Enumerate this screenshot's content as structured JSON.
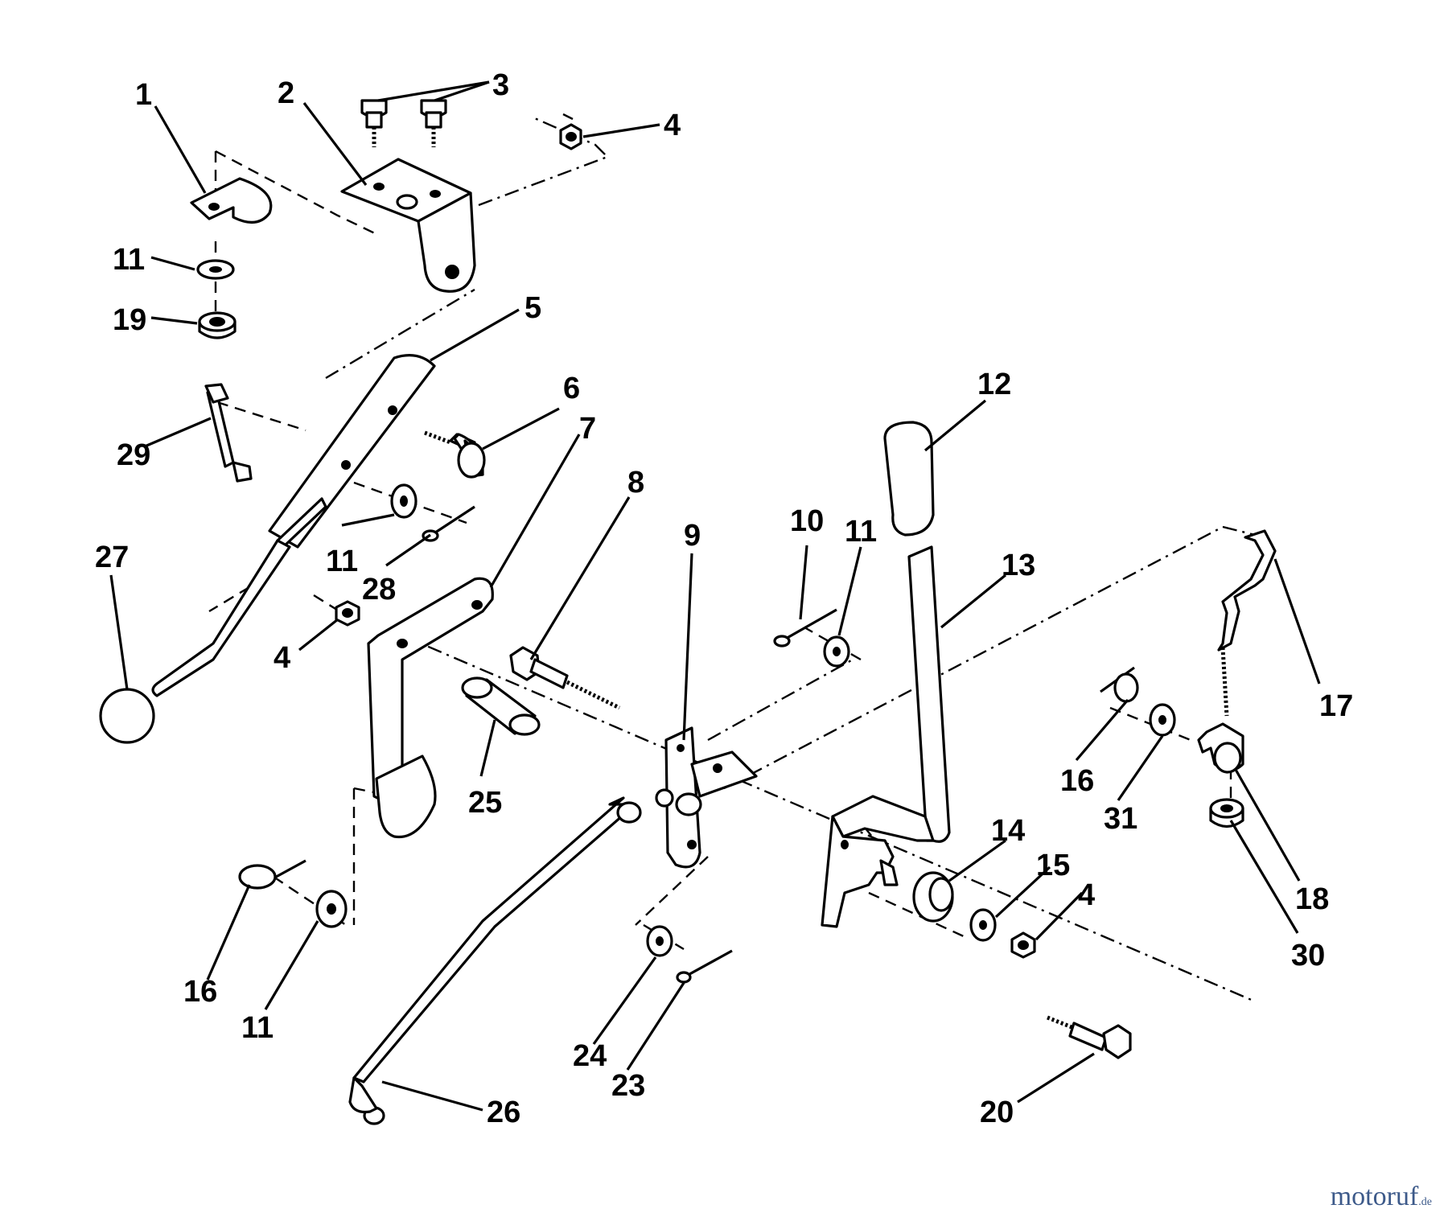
{
  "callouts": [
    "1",
    "2",
    "3",
    "4",
    "5",
    "6",
    "7",
    "8",
    "9",
    "10",
    "11",
    "12",
    "13",
    "14",
    "15",
    "16",
    "17",
    "18",
    "19",
    "20",
    "23",
    "24",
    "25",
    "26",
    "27",
    "28",
    "29",
    "30",
    "31"
  ],
  "watermark": {
    "main": "motoruf",
    "suffix": ".de",
    "color": "#3d5a8a"
  }
}
